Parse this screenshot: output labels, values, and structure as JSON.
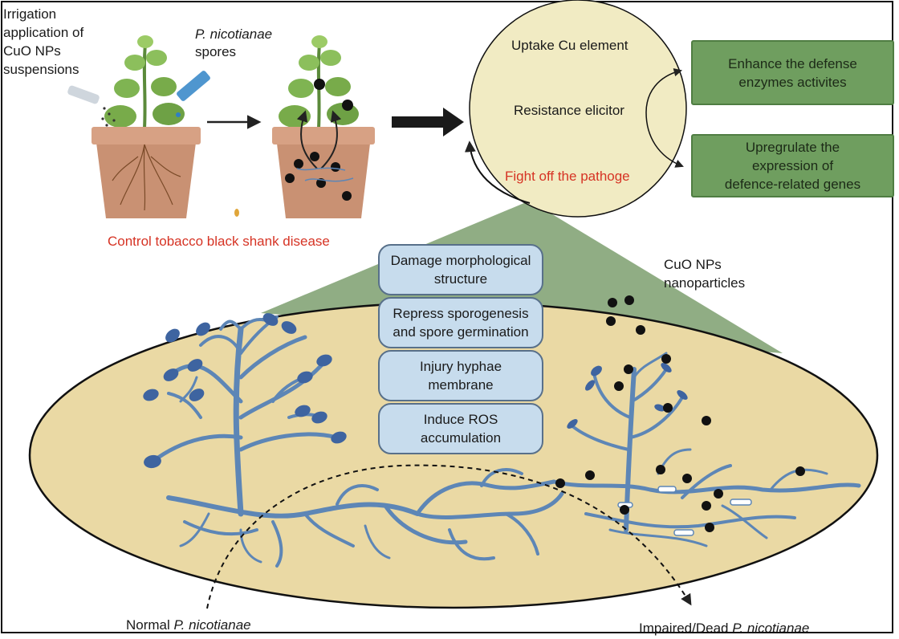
{
  "top_left": {
    "irrigation_lines": [
      "Irrigation",
      "application of",
      "CuO NPs",
      "suspensions"
    ],
    "spores_italic": "P. nicotianae",
    "spores_word": "spores",
    "control_label": "Control tobacco black shank disease"
  },
  "circle": {
    "uptake": "Uptake Cu element",
    "elicitor": "Resistance elicitor",
    "fight": "Fight off the pathoge"
  },
  "green_boxes": [
    {
      "lines": [
        "Enhance the defense",
        "enzymes activites"
      ]
    },
    {
      "lines": [
        "Upregrulate the",
        "expression of",
        "defence-related genes"
      ]
    }
  ],
  "effects": [
    {
      "lines": [
        "Damage morphological",
        "structure"
      ]
    },
    {
      "lines": [
        "Repress sporogenesis",
        "and spore germination"
      ]
    },
    {
      "lines": [
        "Injury hyphae",
        "membrane"
      ]
    },
    {
      "lines": [
        "Induce ROS",
        "accumulation"
      ]
    }
  ],
  "nano_label": [
    "CuO NPs",
    "nanoparticles"
  ],
  "bottom": {
    "normal_prefix": "Normal",
    "normal_species": "P. nicotianae",
    "impaired_prefix": "Impaired/Dead",
    "impaired_species": "P. nicotianae"
  },
  "colors": {
    "accent_red": "#d63324",
    "box_green": "#6f9e5f",
    "box_blue": "#c7dced",
    "oval_fill": "#ead9a4",
    "hyphae": "#5d86b6",
    "circle_fill": "#f1ebc3",
    "cone_green": "#7c9f6e"
  }
}
